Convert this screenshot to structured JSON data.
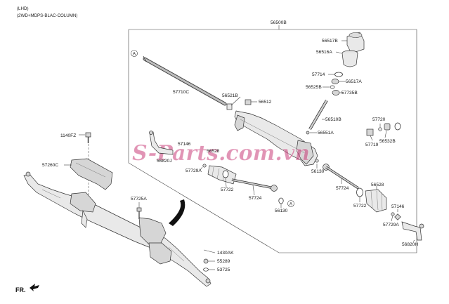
{
  "header": {
    "line1": "(LHD)",
    "line2": "(2WD+MDPS-BLAC-COLUMN)"
  },
  "box_label": "56500B",
  "watermark": "S-Parts.com.vn",
  "footer": {
    "direction": "FR."
  },
  "callouts": {
    "c_56517B": "56517B",
    "c_56516A": "56516A",
    "c_57714": "57714",
    "c_56517A": "56517A",
    "c_56525B": "56525B",
    "c_57735B": "57735B",
    "c_57710C": "57710C",
    "c_56521B": "56521B",
    "c_56512": "56512",
    "c_56510B": "56510B",
    "c_56551A": "56551A",
    "c_57720": "57720",
    "c_57719": "57719",
    "c_56532B": "56532B",
    "c_57146a": "57146",
    "c_56528a": "56528",
    "c_56820J": "56820J",
    "c_57729Aa": "57729A",
    "c_57722a": "57722",
    "c_57724a": "57724",
    "c_56130a": "56130",
    "c_56130b": "56130",
    "c_57724b": "57724",
    "c_56528b": "56528",
    "c_57722b": "57722",
    "c_57146b": "57146",
    "c_57729Ab": "57729A",
    "c_56820H": "56820H",
    "c_1140FZ": "1140FZ",
    "c_57260C": "57260C",
    "c_57725A": "57725A",
    "c_1430AK": "1430AK",
    "c_55289": "55289",
    "c_53725": "53725"
  },
  "markers": {
    "ref_a": "A"
  }
}
